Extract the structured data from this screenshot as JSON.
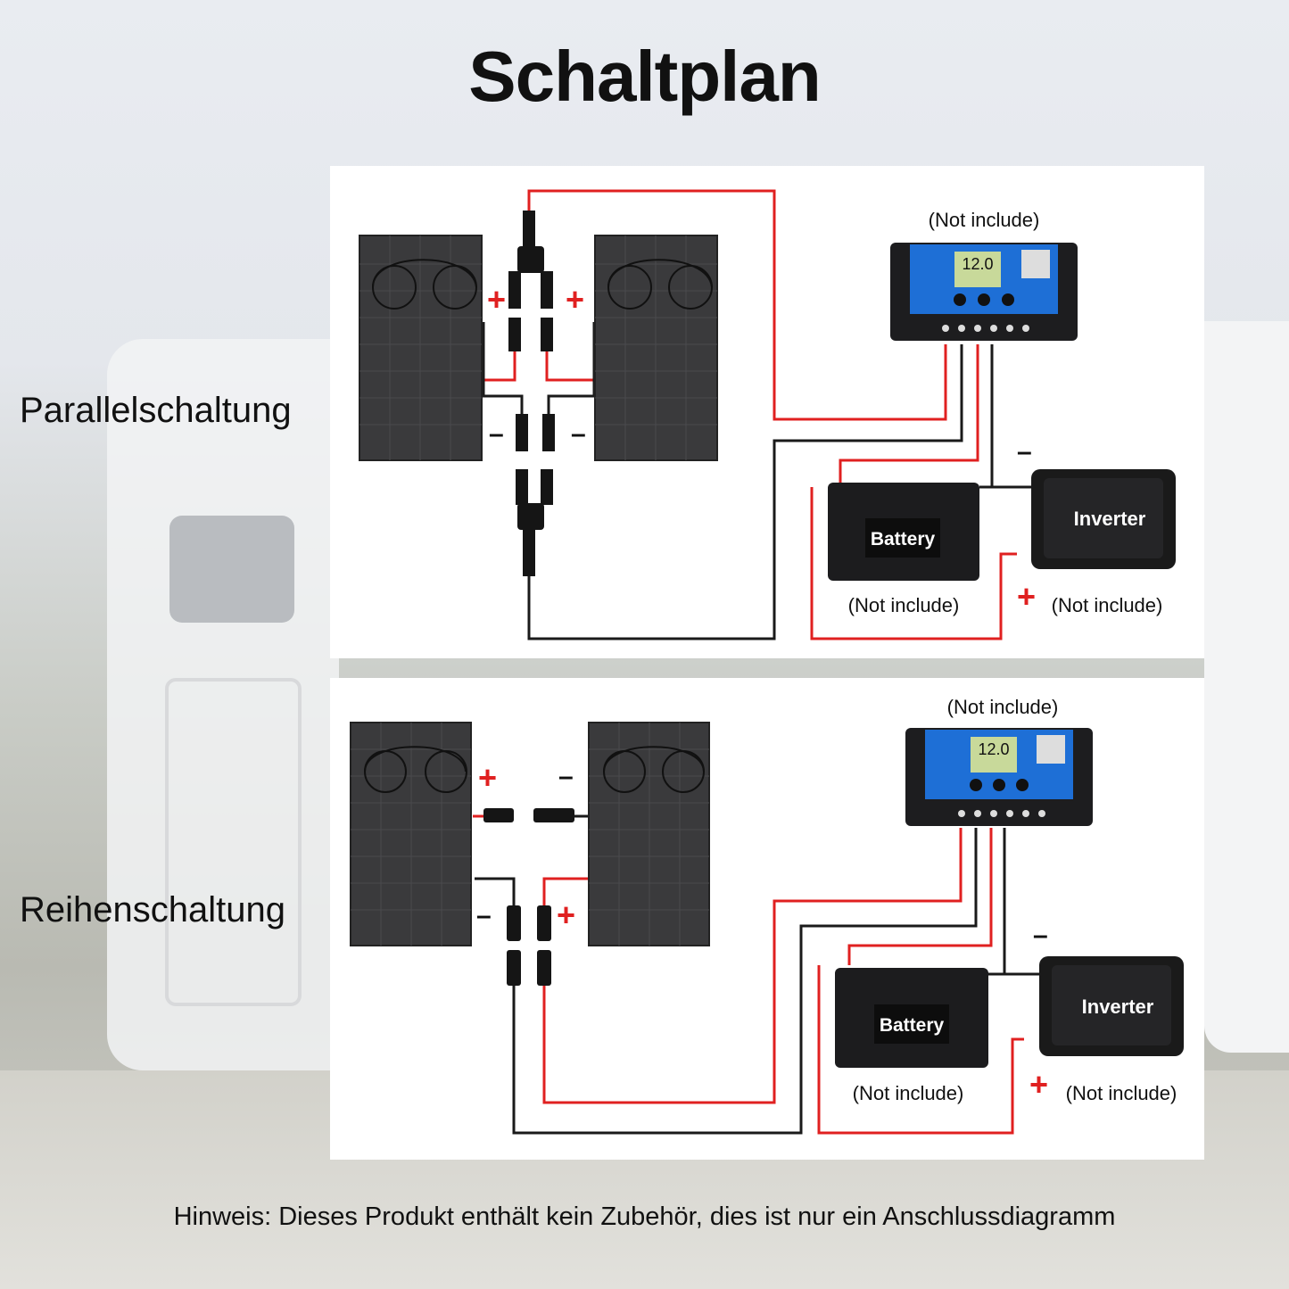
{
  "title": "Schaltplan",
  "parallel": {
    "label": "Parallelschaltung",
    "controller_note": "(Not include)",
    "controller_display": "12.0",
    "battery_label": "Battery",
    "battery_note": "(Not include)",
    "inverter_label": "Inverter",
    "inverter_note": "(Not include)",
    "plus": "+",
    "minus": "–"
  },
  "series": {
    "label": "Reihenschaltung",
    "controller_note": "(Not include)",
    "controller_display": "12.0",
    "battery_label": "Battery",
    "battery_note": "(Not include)",
    "inverter_label": "Inverter",
    "inverter_note": "(Not include)",
    "plus": "+",
    "minus": "–"
  },
  "note": "Hinweis: Dieses Produkt enthält kein Zubehör, dies ist nur ein Anschlussdiagramm",
  "colors": {
    "wire_positive": "#e02020",
    "wire_negative": "#1a1a1a",
    "controller_blue": "#1e6fd6",
    "panel": "#3a3a3c"
  }
}
